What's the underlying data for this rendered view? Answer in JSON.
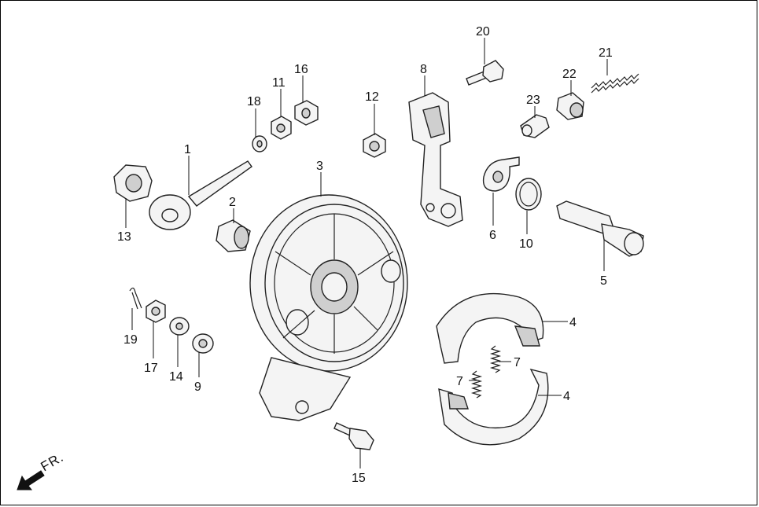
{
  "callouts": [
    {
      "id": "1",
      "label": "1"
    },
    {
      "id": "2",
      "label": "2"
    },
    {
      "id": "3",
      "label": "3"
    },
    {
      "id": "4a",
      "label": "4"
    },
    {
      "id": "4b",
      "label": "4"
    },
    {
      "id": "5",
      "label": "5"
    },
    {
      "id": "6",
      "label": "6"
    },
    {
      "id": "7a",
      "label": "7"
    },
    {
      "id": "7b",
      "label": "7"
    },
    {
      "id": "8",
      "label": "8"
    },
    {
      "id": "9",
      "label": "9"
    },
    {
      "id": "10",
      "label": "10"
    },
    {
      "id": "11",
      "label": "11"
    },
    {
      "id": "12",
      "label": "12"
    },
    {
      "id": "13",
      "label": "13"
    },
    {
      "id": "14",
      "label": "14"
    },
    {
      "id": "15",
      "label": "15"
    },
    {
      "id": "16",
      "label": "16"
    },
    {
      "id": "17",
      "label": "17"
    },
    {
      "id": "18",
      "label": "18"
    },
    {
      "id": "19",
      "label": "19"
    },
    {
      "id": "20",
      "label": "20"
    },
    {
      "id": "21",
      "label": "21"
    },
    {
      "id": "22",
      "label": "22"
    },
    {
      "id": "23",
      "label": "23"
    }
  ],
  "direction_indicator": {
    "label": "FR.",
    "icon": "front-direction-arrow-icon"
  }
}
